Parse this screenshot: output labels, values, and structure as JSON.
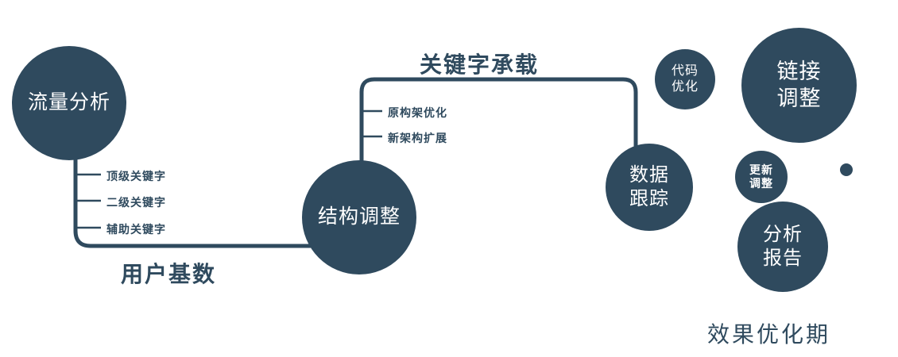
{
  "colors": {
    "primary": "#2f4a5e",
    "node_text": "#ffffff",
    "background": "#ffffff"
  },
  "nodes": {
    "traffic": {
      "label": "流量分析"
    },
    "structure": {
      "label": "结构调整"
    },
    "data_tracking": {
      "line1": "数据",
      "line2": "跟踪"
    },
    "code_opt": {
      "line1": "代码",
      "line2": "优化"
    },
    "link_adjust": {
      "line1": "链接",
      "line2": "调整"
    },
    "update_adjust": {
      "line1": "更新",
      "line2": "调整"
    },
    "analysis_report": {
      "line1": "分析",
      "line2": "报告"
    }
  },
  "edges": {
    "user_base": "用户基数",
    "keyword_carry": "关键字承载"
  },
  "branches": {
    "left": [
      "顶级关键字",
      "二级关键字",
      "辅助关键字"
    ],
    "right": [
      "原构架优化",
      "新架构扩展"
    ]
  },
  "footer": "效果优化期"
}
